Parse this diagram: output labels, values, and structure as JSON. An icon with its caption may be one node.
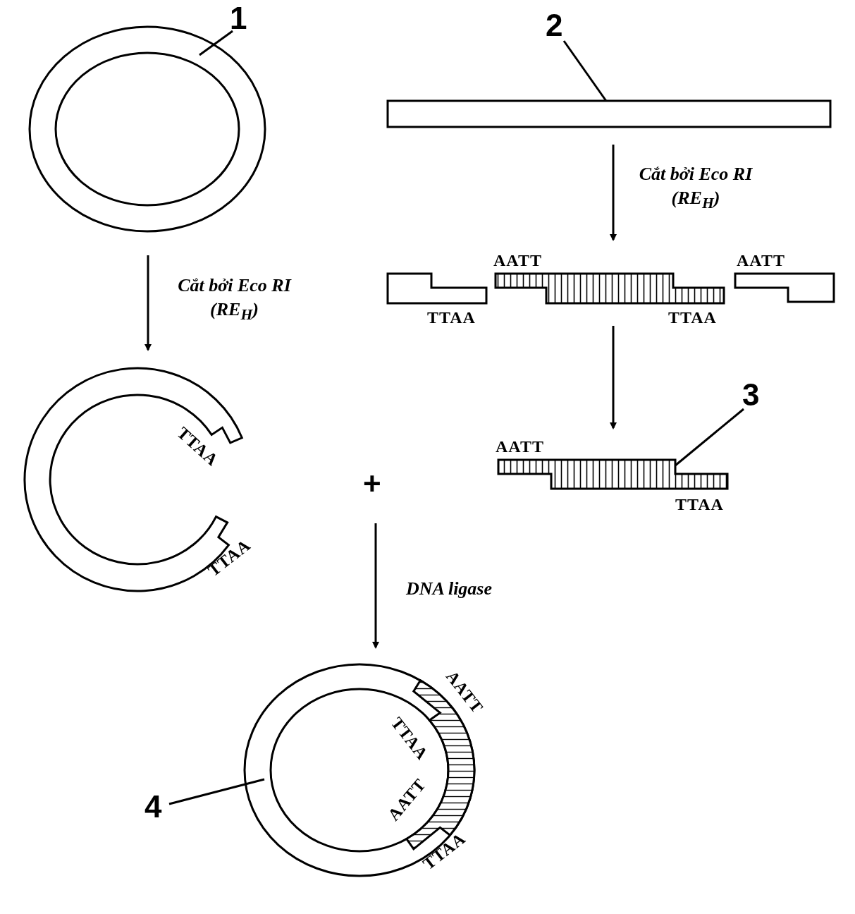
{
  "diagram": {
    "nodes": [
      {
        "text": [],
        "shape": "circle"
      },
      {
        "text": [
          "1"
        ]
      },
      {
        "text": [
          "2"
        ]
      },
      {
        "text": [],
        "shape": "bar"
      },
      {
        "text": [
          "TTAA",
          "TTAA"
        ]
      },
      {
        "text": [
          "TTAA"
        ]
      },
      {
        "text": [
          "AATT",
          "TTAA"
        ]
      },
      {
        "text": [
          "AATT"
        ]
      },
      {
        "text": [
          "AATT",
          "TTAA"
        ]
      },
      {
        "text": [
          "3"
        ]
      },
      {
        "text": [
          "AATT",
          "TTAA",
          "AATT",
          "TTAA"
        ]
      },
      {
        "text": [
          "4"
        ]
      }
    ],
    "edges": [
      {
        "from": 1,
        "to": 0,
        "arrow": "none"
      },
      {
        "from": 2,
        "to": 3,
        "arrow": "none"
      },
      {
        "from": 0,
        "to": 4,
        "arrow": "to",
        "label": "Cắt bởi Eco RI (RE$_{H}$)"
      },
      {
        "from": 3,
        "to": 6,
        "arrow": "to",
        "label": "Cắt bởi Eco RI (RE$_{H}$)"
      },
      {
        "from": 6,
        "to": 8,
        "arrow": "to"
      },
      {
        "from": 9,
        "to": 8,
        "arrow": "none"
      },
      {
        "from": null,
        "to": 10,
        "arrow": "to",
        "label": "DNA ligase"
      },
      {
        "from": 11,
        "to": 10,
        "arrow": "none"
      }
    ],
    "labels": [
      "+"
    ]
  }
}
